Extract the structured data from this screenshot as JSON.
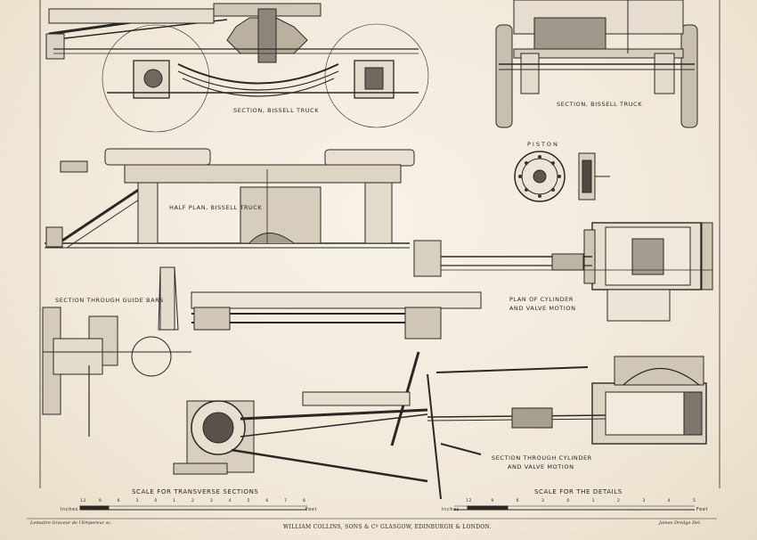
{
  "labels": {
    "section_bissell_left": "SECTION, BISSELL TRUCK",
    "section_bissell_right": "SECTION, BISSELL TRUCK",
    "piston": "PISTON",
    "half_plan": "HALF PLAN, BISSELL TRUCK",
    "guide_bars": "SECTION THROUGH GUIDE BARS",
    "plan_cylinder_1": "PLAN OF CYLINDER",
    "plan_cylinder_2": "AND VALVE MOTION",
    "section_cylinder_1": "SECTION THROUGH CYLINDER",
    "section_cylinder_2": "AND VALVE MOTION"
  },
  "scales": {
    "transverse_title": "SCALE FOR TRANSVERSE SECTIONS",
    "transverse_left_unit": "Inches",
    "transverse_right_unit": "Feet",
    "transverse_ticks": [
      "12",
      "9",
      "6",
      "3",
      "0",
      "1",
      "2",
      "3",
      "4",
      "5",
      "6",
      "7",
      "8"
    ],
    "details_title": "SCALE FOR THE DETAILS",
    "details_left_unit": "Inches",
    "details_right_unit": "Feet",
    "details_ticks": [
      "12",
      "9",
      "6",
      "3",
      "0",
      "1",
      "2",
      "3",
      "4",
      "5"
    ]
  },
  "footer": {
    "engraver": "Lemaitre Graveur de l'Empereur sc.",
    "publisher": "WILLIAM COLLINS, SONS & Cº GLASGOW, EDINBURGH & LONDON.",
    "draughtsman": "James Dredge Del."
  }
}
